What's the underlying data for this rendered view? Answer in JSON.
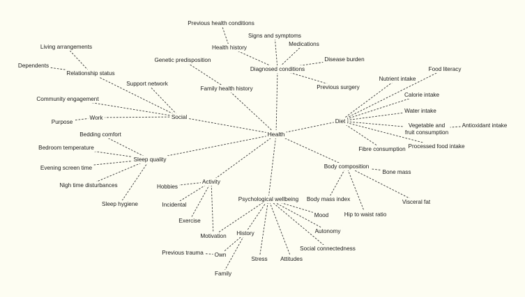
{
  "diagram": {
    "root": "Health",
    "nodes": [
      {
        "id": "health",
        "label": "Health"
      },
      {
        "id": "diag",
        "label": "Diagnosed conditions"
      },
      {
        "id": "hh",
        "label": "Health history"
      },
      {
        "id": "phc",
        "label": "Previous health conditions"
      },
      {
        "id": "sas",
        "label": "Signs and symptoms"
      },
      {
        "id": "meds",
        "label": "Medications"
      },
      {
        "id": "db",
        "label": "Disease burden"
      },
      {
        "id": "ps",
        "label": "Previous surgery"
      },
      {
        "id": "fhh",
        "label": "Family health history"
      },
      {
        "id": "gp",
        "label": "Genetic predisposition"
      },
      {
        "id": "social",
        "label": "Social"
      },
      {
        "id": "rs",
        "label": "Relationship status"
      },
      {
        "id": "la",
        "label": "Living arrangements"
      },
      {
        "id": "dep",
        "label": "Dependents"
      },
      {
        "id": "sn",
        "label": "Support network"
      },
      {
        "id": "ce",
        "label": "Community engagement"
      },
      {
        "id": "work",
        "label": "Work"
      },
      {
        "id": "purpose",
        "label": "Purpose"
      },
      {
        "id": "diet",
        "label": "Diet"
      },
      {
        "id": "ni",
        "label": "Nutrient intake"
      },
      {
        "id": "fl",
        "label": "Food literacy"
      },
      {
        "id": "ci",
        "label": "Calorie intake"
      },
      {
        "id": "wi",
        "label": "Water intake"
      },
      {
        "id": "vfc",
        "label": "Vegetable and fruit consumption"
      },
      {
        "id": "ai",
        "label": "Antioxidant intake"
      },
      {
        "id": "fc",
        "label": "Fibre consumption"
      },
      {
        "id": "pfi",
        "label": "Processed food intake"
      },
      {
        "id": "sq",
        "label": "Sleep quality"
      },
      {
        "id": "bc",
        "label": "Bedding comfort"
      },
      {
        "id": "bt",
        "label": "Bedroom temperature"
      },
      {
        "id": "est",
        "label": "Evening screen time"
      },
      {
        "id": "ntd",
        "label": "Nigh time disturbances"
      },
      {
        "id": "sh",
        "label": "Sleep hygiene"
      },
      {
        "id": "bcomp",
        "label": "Body composition"
      },
      {
        "id": "bm",
        "label": "Bone mass"
      },
      {
        "id": "bmi",
        "label": "Body mass index"
      },
      {
        "id": "hwr",
        "label": "Hip to waist ratio"
      },
      {
        "id": "vf",
        "label": "Visceral fat"
      },
      {
        "id": "act",
        "label": "Activity"
      },
      {
        "id": "hob",
        "label": "Hobbies"
      },
      {
        "id": "inc",
        "label": "Incidental"
      },
      {
        "id": "ex",
        "label": "Exercise"
      },
      {
        "id": "mot",
        "label": "Motivation"
      },
      {
        "id": "pw",
        "label": "Psychological wellbeing"
      },
      {
        "id": "mood",
        "label": "Mood"
      },
      {
        "id": "aut",
        "label": "Autonomy"
      },
      {
        "id": "sc",
        "label": "Social connectedness"
      },
      {
        "id": "att",
        "label": "Attitudes"
      },
      {
        "id": "stress",
        "label": "Stress"
      },
      {
        "id": "hist",
        "label": "History"
      },
      {
        "id": "own",
        "label": "Own"
      },
      {
        "id": "pt",
        "label": "Previous trauma"
      },
      {
        "id": "fam",
        "label": "Family"
      }
    ],
    "edges": [
      [
        "health",
        "diag"
      ],
      [
        "diag",
        "hh"
      ],
      [
        "hh",
        "phc"
      ],
      [
        "diag",
        "sas"
      ],
      [
        "diag",
        "meds"
      ],
      [
        "diag",
        "db"
      ],
      [
        "diag",
        "ps"
      ],
      [
        "health",
        "fhh"
      ],
      [
        "fhh",
        "gp"
      ],
      [
        "health",
        "social"
      ],
      [
        "social",
        "rs"
      ],
      [
        "rs",
        "la"
      ],
      [
        "rs",
        "dep"
      ],
      [
        "social",
        "sn"
      ],
      [
        "social",
        "ce"
      ],
      [
        "social",
        "work"
      ],
      [
        "work",
        "purpose"
      ],
      [
        "health",
        "diet"
      ],
      [
        "diet",
        "ni"
      ],
      [
        "diet",
        "fl"
      ],
      [
        "diet",
        "ci"
      ],
      [
        "diet",
        "wi"
      ],
      [
        "diet",
        "vfc"
      ],
      [
        "vfc",
        "ai"
      ],
      [
        "diet",
        "fc"
      ],
      [
        "diet",
        "pfi"
      ],
      [
        "health",
        "sq"
      ],
      [
        "sq",
        "bc"
      ],
      [
        "sq",
        "bt"
      ],
      [
        "sq",
        "est"
      ],
      [
        "sq",
        "ntd"
      ],
      [
        "sq",
        "sh"
      ],
      [
        "health",
        "bcomp"
      ],
      [
        "bcomp",
        "bm"
      ],
      [
        "bcomp",
        "bmi"
      ],
      [
        "bcomp",
        "hwr"
      ],
      [
        "bcomp",
        "vf"
      ],
      [
        "health",
        "act"
      ],
      [
        "act",
        "hob"
      ],
      [
        "act",
        "inc"
      ],
      [
        "act",
        "ex"
      ],
      [
        "act",
        "mot"
      ],
      [
        "health",
        "pw"
      ],
      [
        "pw",
        "mot"
      ],
      [
        "pw",
        "mood"
      ],
      [
        "pw",
        "aut"
      ],
      [
        "pw",
        "sc"
      ],
      [
        "pw",
        "att"
      ],
      [
        "pw",
        "stress"
      ],
      [
        "pw",
        "hist"
      ],
      [
        "hist",
        "own"
      ],
      [
        "own",
        "pt"
      ],
      [
        "hist",
        "fam"
      ]
    ]
  }
}
